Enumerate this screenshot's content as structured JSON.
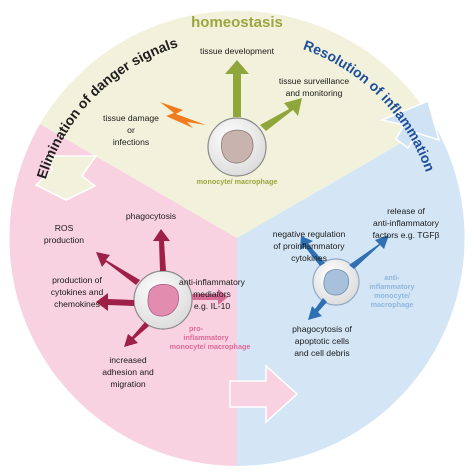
{
  "sectors": {
    "homeostasis": {
      "title": "homeostasis",
      "color": "#f2f2dc",
      "title_color": "#9aa640"
    },
    "danger": {
      "title": "Elimination of danger signals",
      "color": "#f8d2e0",
      "title_color": "#1f1f1f"
    },
    "resolution": {
      "title": "Resolution of inflammation",
      "color": "#d4e6f6",
      "title_color": "#1f4e9a"
    }
  },
  "homeostasis_labels": {
    "tissue_development": "tissue development",
    "surveillance_1": "tissue surveillance",
    "surveillance_2": "and monitoring",
    "damage_1": "tissue damage",
    "damage_2": "or",
    "damage_3": "infections",
    "cell_label": "monocyte/ macrophage"
  },
  "danger_labels": {
    "phagocytosis": "phagocytosis",
    "ros_1": "ROS",
    "ros_2": "production",
    "cytokines_1": "production of",
    "cytokines_2": "cytokines and",
    "cytokines_3": "chemokines",
    "adhesion_1": "increased",
    "adhesion_2": "adhesion and",
    "adhesion_3": "migration",
    "anti_1": "anti-inflammatory",
    "anti_2": "mediators",
    "anti_3": "e.g. IL-10",
    "cell_1": "pro-",
    "cell_2": "inflammatory",
    "cell_3": "monocyte/ macrophage"
  },
  "resolution_labels": {
    "neg_1": "negative regulation",
    "neg_2": "of proinflammatory",
    "neg_3": "cytokines",
    "release_1": "release of",
    "release_2": "anti-inflammatory",
    "release_3": "factors e.g. TGFβ",
    "phago_1": "phagocytosis of",
    "phago_2": "apoptotic cells",
    "phago_3": "and cell debris",
    "cell_1": "anti-",
    "cell_2": "inflammatory",
    "cell_3": "monocyte/",
    "cell_4": "macrophage"
  },
  "colors": {
    "green_arrow": "#8fa63a",
    "dark_red_arrow": "#9e1f47",
    "blue_arrow": "#2f6fb3",
    "lightning": "#f07c1e",
    "homeo_cell_nucleus": "#c9b3ae",
    "pro_cell_nucleus": "#e28cb0",
    "anti_cell_nucleus": "#a7c0dc",
    "cell_label_homeo": "#9aa640",
    "cell_label_pro": "#e06a98",
    "cell_label_anti": "#8fb6de"
  }
}
